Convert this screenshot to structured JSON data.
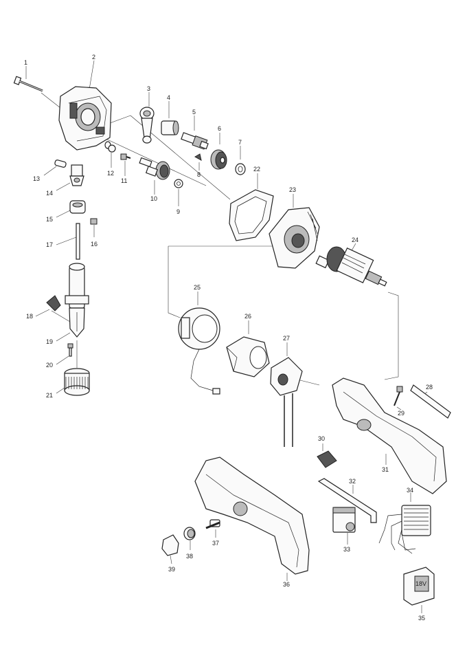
{
  "labels": {
    "p1": "1",
    "p2": "2",
    "p3": "3",
    "p4": "4",
    "p5": "5",
    "p6": "6",
    "p7": "7",
    "p8": "8",
    "p9": "9",
    "p10": "10",
    "p11": "11",
    "p12": "12",
    "p13": "13",
    "p14": "14",
    "p15": "15",
    "p16": "16",
    "p17": "17",
    "p18": "18",
    "p19": "19",
    "p20": "20",
    "p21": "21",
    "p22": "22",
    "p23": "23",
    "p24": "24",
    "p25": "25",
    "p26": "26",
    "p27": "27",
    "p28": "28",
    "p29": "29",
    "p30": "30",
    "p31": "31",
    "p32": "32",
    "p33": "33",
    "p34": "34",
    "p35": "35",
    "p36": "36",
    "p37": "37",
    "p38": "38",
    "p39": "39"
  },
  "battery_marking": "18V"
}
